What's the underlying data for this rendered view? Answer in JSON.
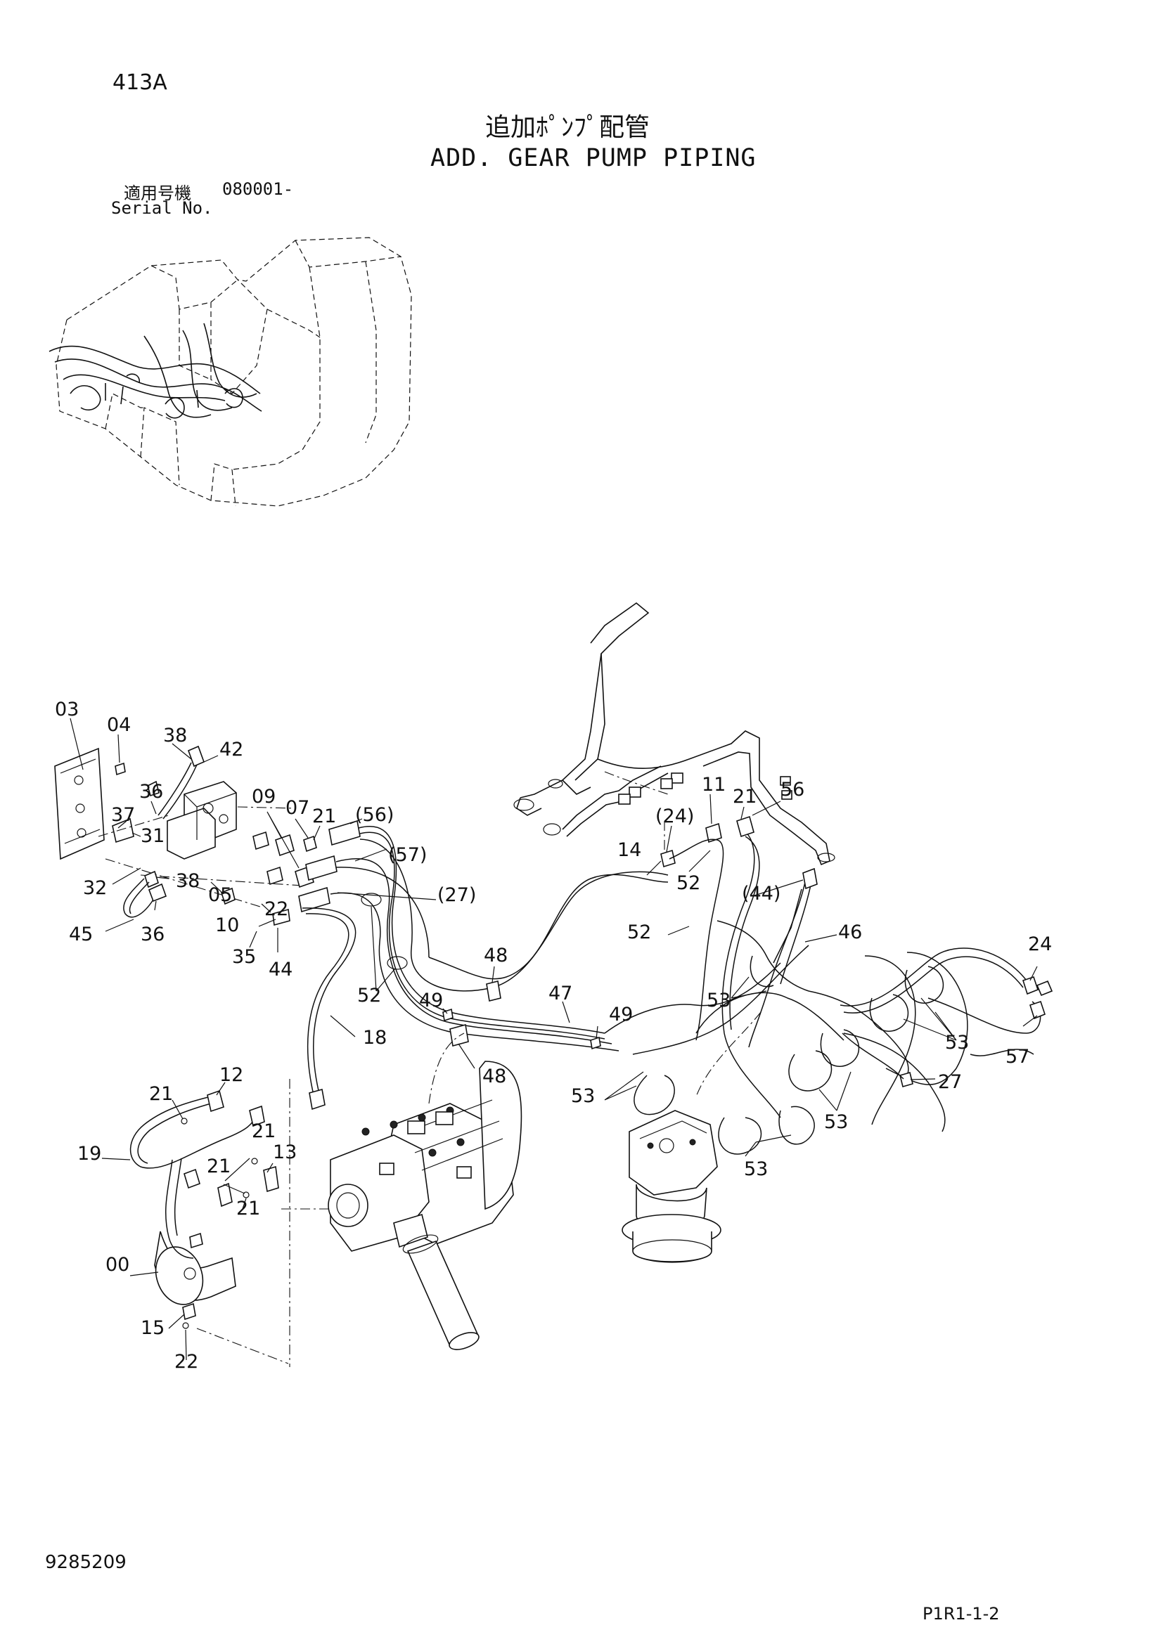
{
  "header": {
    "section_code": "413A",
    "title_jp": "追加ﾎﾟﾝﾌﾟ配管",
    "title_en": "ADD. GEAR PUMP PIPING",
    "serial_label_jp": "適用号機",
    "serial_value": "080001-",
    "serial_label_en": "Serial No."
  },
  "footer": {
    "doc_number": "9285209",
    "page_code": "P1R1-1-2"
  },
  "callouts": [
    {
      "id": "c03",
      "text": "03"
    },
    {
      "id": "c04",
      "text": "04"
    },
    {
      "id": "c38a",
      "text": "38"
    },
    {
      "id": "c42",
      "text": "42"
    },
    {
      "id": "c36a",
      "text": "36"
    },
    {
      "id": "c37",
      "text": "37"
    },
    {
      "id": "c31",
      "text": "31"
    },
    {
      "id": "c32",
      "text": "32"
    },
    {
      "id": "c38b",
      "text": "38"
    },
    {
      "id": "c05",
      "text": "05"
    },
    {
      "id": "c45",
      "text": "45"
    },
    {
      "id": "c36b",
      "text": "36"
    },
    {
      "id": "c09",
      "text": "09"
    },
    {
      "id": "c07",
      "text": "07"
    },
    {
      "id": "c21a",
      "text": "21"
    },
    {
      "id": "c56p",
      "text": "(56)"
    },
    {
      "id": "c57p",
      "text": "(57)"
    },
    {
      "id": "c27p",
      "text": "(27)"
    },
    {
      "id": "c22a",
      "text": "22"
    },
    {
      "id": "c10",
      "text": "10"
    },
    {
      "id": "c35",
      "text": "35"
    },
    {
      "id": "c44",
      "text": "44"
    },
    {
      "id": "c52a",
      "text": "52"
    },
    {
      "id": "c18",
      "text": "18"
    },
    {
      "id": "c48a",
      "text": "48"
    },
    {
      "id": "c49a",
      "text": "49"
    },
    {
      "id": "c48b",
      "text": "48"
    },
    {
      "id": "c47",
      "text": "47"
    },
    {
      "id": "c49b",
      "text": "49"
    },
    {
      "id": "c53a",
      "text": "53"
    },
    {
      "id": "c11",
      "text": "11"
    },
    {
      "id": "c21b",
      "text": "21"
    },
    {
      "id": "c24p",
      "text": "(24)"
    },
    {
      "id": "c14",
      "text": "14"
    },
    {
      "id": "c52b",
      "text": "52"
    },
    {
      "id": "c56",
      "text": "56"
    },
    {
      "id": "c44p",
      "text": "(44)"
    },
    {
      "id": "c52c",
      "text": "52"
    },
    {
      "id": "c46",
      "text": "46"
    },
    {
      "id": "c53b",
      "text": "53"
    },
    {
      "id": "c24",
      "text": "24"
    },
    {
      "id": "c53c",
      "text": "53"
    },
    {
      "id": "c57",
      "text": "57"
    },
    {
      "id": "c27",
      "text": "27"
    },
    {
      "id": "c53d",
      "text": "53"
    },
    {
      "id": "c53e",
      "text": "53"
    },
    {
      "id": "c12",
      "text": "12"
    },
    {
      "id": "c21c",
      "text": "21"
    },
    {
      "id": "c19",
      "text": "19"
    },
    {
      "id": "c21d",
      "text": "21"
    },
    {
      "id": "c13",
      "text": "13"
    },
    {
      "id": "c21e",
      "text": "21"
    },
    {
      "id": "c21f",
      "text": "21"
    },
    {
      "id": "c00",
      "text": "00"
    },
    {
      "id": "c15",
      "text": "15"
    },
    {
      "id": "c22b",
      "text": "22"
    }
  ]
}
